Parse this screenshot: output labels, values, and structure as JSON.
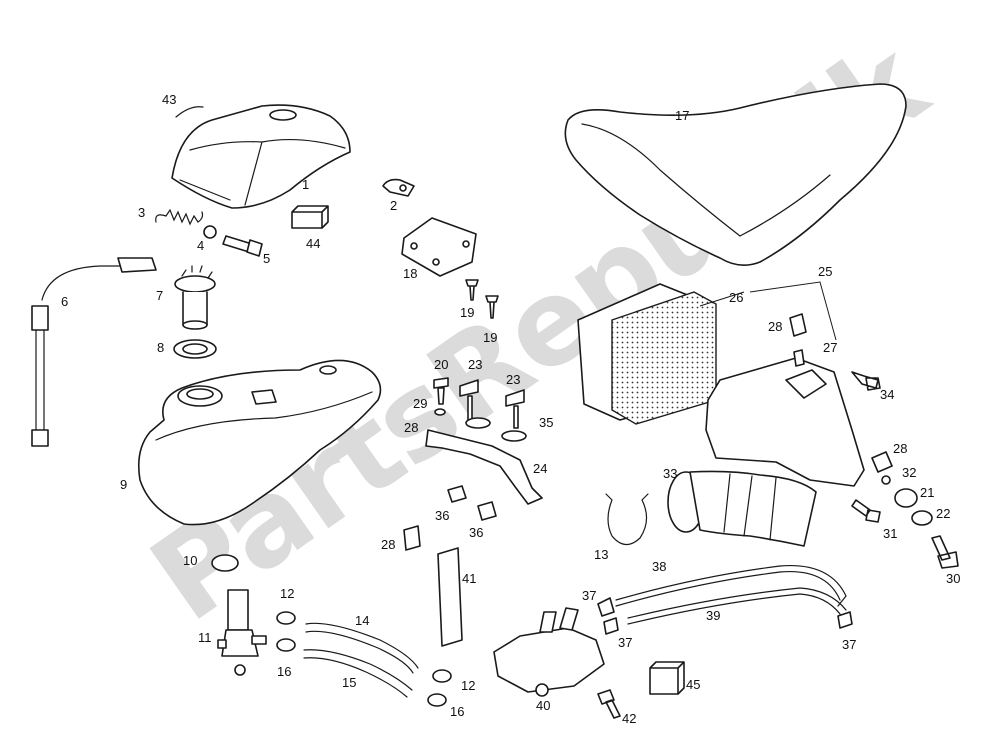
{
  "watermark": {
    "text": "PartsRepublik",
    "color": "#bdbdbd"
  },
  "callouts": [
    "1",
    "2",
    "3",
    "4",
    "5",
    "6",
    "7",
    "8",
    "9",
    "10",
    "11",
    "12",
    "13",
    "14",
    "15",
    "16",
    "17",
    "18",
    "19",
    "20",
    "21",
    "22",
    "23",
    "24",
    "25",
    "26",
    "27",
    "28",
    "29",
    "30",
    "31",
    "32",
    "33",
    "34",
    "35",
    "36",
    "37",
    "38",
    "39",
    "40",
    "41",
    "42",
    "43",
    "44",
    "45"
  ],
  "colors": {
    "line": "#1a1a1a",
    "background": "#ffffff"
  }
}
